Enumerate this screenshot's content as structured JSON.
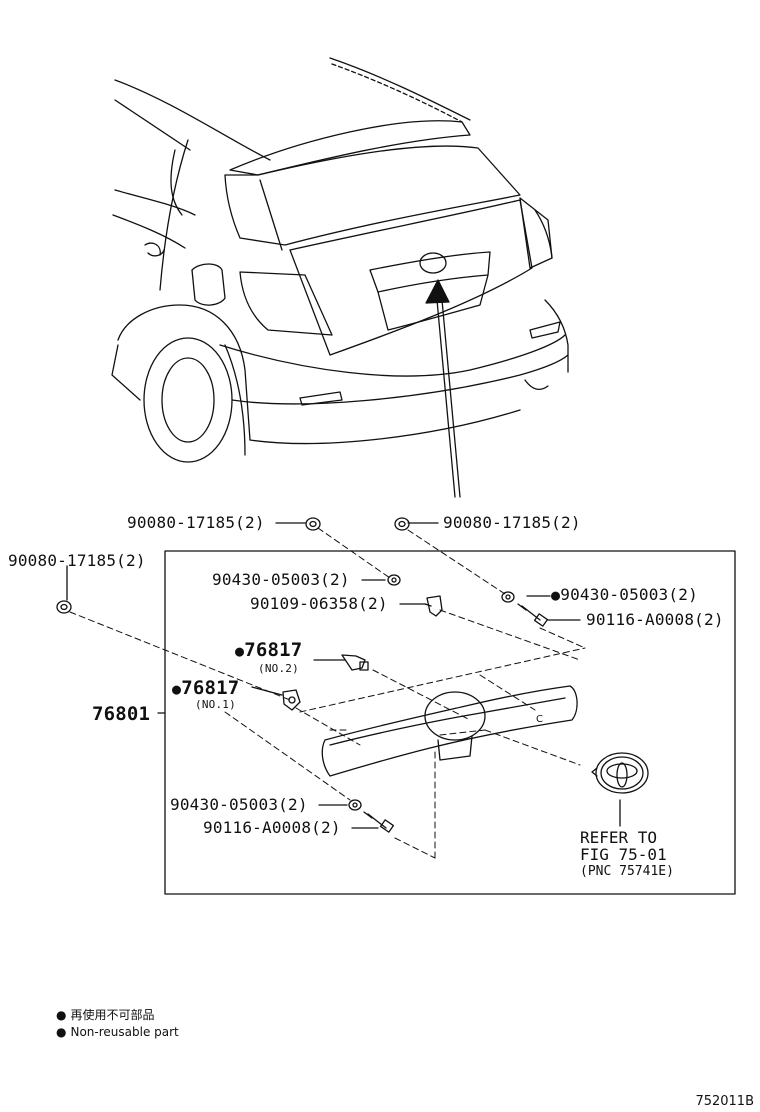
{
  "parts": {
    "p1": {
      "number": "90080-17185",
      "qty": "(2)"
    },
    "p2": {
      "number": "90080-17185",
      "qty": "(2)"
    },
    "p3": {
      "number": "90080-17185",
      "qty": "(2)"
    },
    "p4": {
      "number": "90430-05003",
      "qty": "(2)"
    },
    "p5": {
      "number": "90430-05003",
      "qty": "(2)",
      "mark": "●"
    },
    "p6": {
      "number": "90109-06358",
      "qty": "(2)"
    },
    "p7": {
      "number": "90116-A0008",
      "qty": "(2)"
    },
    "p8": {
      "number": "76817",
      "mark": "●",
      "sub": "(NO.2)"
    },
    "p9": {
      "number": "76817",
      "mark": "●",
      "sub": "(NO.1)"
    },
    "p10": {
      "number": "76801"
    },
    "p11": {
      "number": "90430-05003",
      "qty": "(2)"
    },
    "p12": {
      "number": "90116-A0008",
      "qty": "(2)"
    }
  },
  "refer": {
    "line1": "REFER TO",
    "line2": "FIG 75-01",
    "line3": "(PNC 75741E)"
  },
  "legend": {
    "bullet": "●",
    "jp": "再使用不可部品",
    "en": "Non-reusable part"
  },
  "illustration_code": "752011B",
  "colors": {
    "ink": "#111111",
    "background": "#ffffff"
  }
}
